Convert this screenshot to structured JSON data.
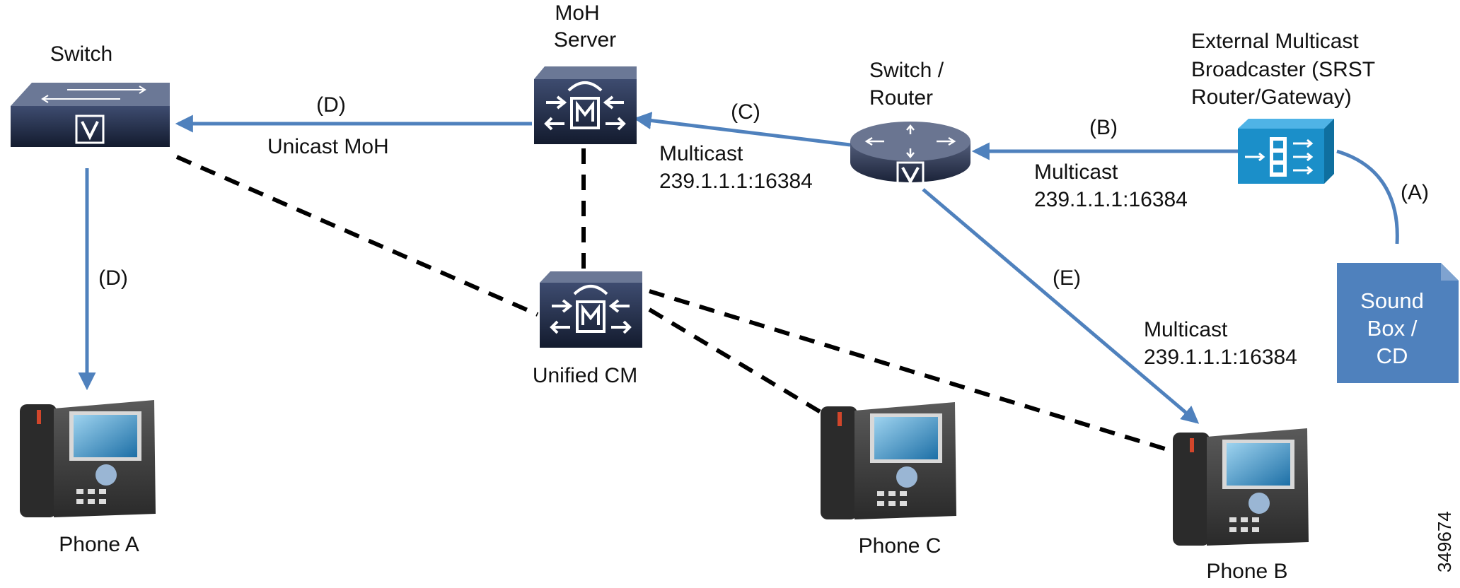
{
  "devices": {
    "switch": {
      "label": "Switch"
    },
    "moh_server": {
      "label_lines": [
        "MoH",
        "Server"
      ]
    },
    "switch_router": {
      "label_lines": [
        "Switch /",
        "Router"
      ]
    },
    "broadcaster": {
      "label_lines": [
        "External Multicast",
        "Broadcaster (SRST",
        "Router/Gateway)"
      ]
    },
    "sound_box": {
      "label_lines": [
        "Sound",
        "Box /",
        "CD"
      ]
    },
    "unified_cm": {
      "label": "Unified CM"
    },
    "phone_a": {
      "label": "Phone A"
    },
    "phone_b": {
      "label": "Phone B"
    },
    "phone_c": {
      "label": "Phone C"
    }
  },
  "links": {
    "a": {
      "tag": "(A)"
    },
    "b": {
      "tag": "(B)",
      "lines": [
        "Multicast",
        "239.1.1.1:16384"
      ]
    },
    "c": {
      "tag": "(C)",
      "lines": [
        "Multicast",
        "239.1.1.1:16384"
      ]
    },
    "d_top": {
      "tag": "(D)",
      "text": "Unicast MoH"
    },
    "d_down": {
      "tag": "(D)"
    },
    "e": {
      "tag": "(E)",
      "lines": [
        "Multicast",
        "239.1.1.1:16384"
      ]
    }
  },
  "figure_number": "349674",
  "colors": {
    "flow_line": "#4f81bd",
    "signal_line": "#000000",
    "device_dark": "#1e2a44",
    "broadcaster": "#1b8fc9",
    "sound_box": "#4f81bd"
  }
}
